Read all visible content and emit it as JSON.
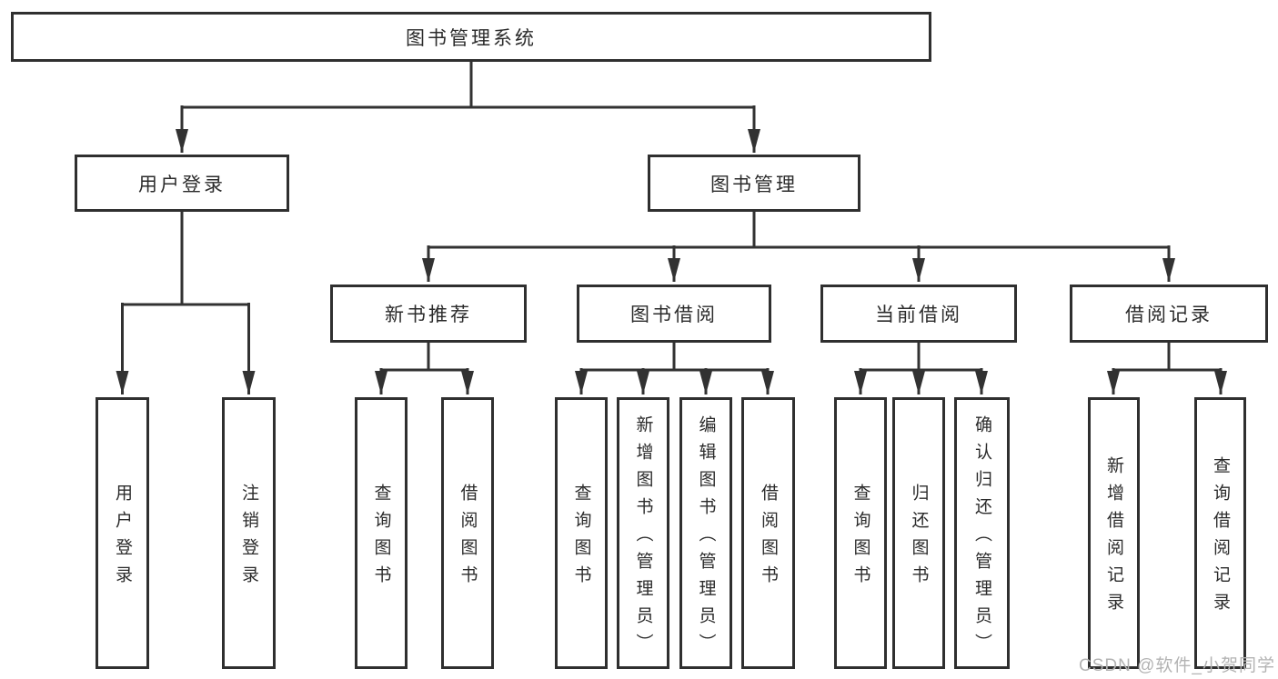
{
  "nodes": {
    "root": "图书管理系统",
    "user_login": "用户登录",
    "book_mgmt": "图书管理",
    "new_book_rec": "新书推荐",
    "book_borrow": "图书借阅",
    "current_borrow": "当前借阅",
    "borrow_records": "借阅记录",
    "leaf_user_login": "用户登录",
    "leaf_logout": "注销登录",
    "leaf_query_books_1": "查询图书",
    "leaf_borrow_books_1": "借阅图书",
    "leaf_query_books_2": "查询图书",
    "leaf_add_books": "新增图书（管理员）",
    "leaf_edit_books": "编辑图书（管理员）",
    "leaf_borrow_books_2": "借阅图书",
    "leaf_query_books_3": "查询图书",
    "leaf_return_books": "归还图书",
    "leaf_confirm_return": "确认归还（管理员）",
    "leaf_add_borrow_record": "新增借阅记录",
    "leaf_query_borrow_record": "查询借阅记录"
  },
  "hierarchy": {
    "图书管理系统": {
      "用户登录": [
        "用户登录",
        "注销登录"
      ],
      "图书管理": {
        "新书推荐": [
          "查询图书",
          "借阅图书"
        ],
        "图书借阅": [
          "查询图书",
          "新增图书（管理员）",
          "编辑图书（管理员）",
          "借阅图书"
        ],
        "当前借阅": [
          "查询图书",
          "归还图书",
          "确认归还（管理员）"
        ],
        "借阅记录": [
          "新增借阅记录",
          "查询借阅记录"
        ]
      }
    }
  },
  "watermark": "CSDN @软件_小贺同学",
  "colors": {
    "line": "#323232",
    "box_border": "#2f2f2f",
    "text": "#2b2b2b",
    "watermark": "#b3b3b3",
    "bg": "#ffffff"
  }
}
